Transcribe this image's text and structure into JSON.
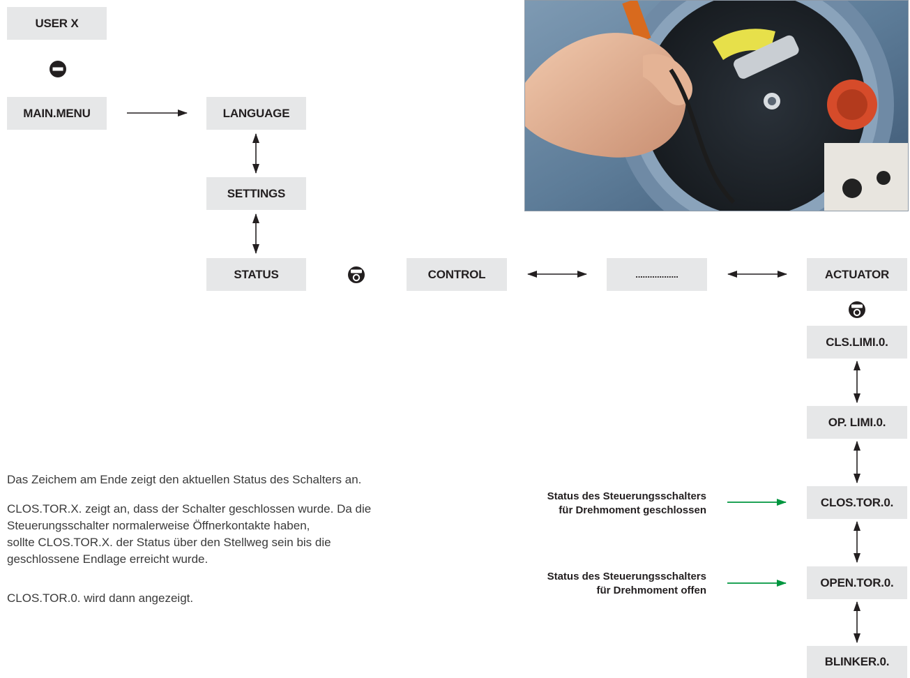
{
  "menu": {
    "user": "USER X",
    "main_menu": "MAIN.MENU",
    "language": "LANGUAGE",
    "settings": "SETTINGS",
    "status": "STATUS",
    "control": "CONTROL",
    "ellipsis": "..................",
    "actuator": "ACTUATOR",
    "cls_limi": "CLS.LIMI.0.",
    "op_limi": "OP. LIMI.0.",
    "clos_tor": "CLOS.TOR.0.",
    "open_tor": "OPEN.TOR.0.",
    "blinker": "BLINKER.0."
  },
  "notes": {
    "torque_closed_line1": "Status des Steuerungsschalters",
    "torque_closed_line2": "für Drehmoment geschlossen",
    "torque_open_line1": "Status des Steuerungsschalters",
    "torque_open_line2": "für Drehmoment offen"
  },
  "text": {
    "p1": "Das Zeichem am Ende zeigt den aktuellen Status des Schalters an.",
    "p2_l1": "CLOS.TOR.X. zeigt an, dass der Schalter geschlossen wurde. Da die",
    "p2_l2": "Steuerungsschalter normalerweise Öffnerkontakte haben,",
    "p2_l3": "sollte CLOS.TOR.X. der Status über den Stellweg sein bis die",
    "p2_l4": "geschlossene Endlage erreicht wurde.",
    "p3": "CLOS.TOR.0. wird dann angezeigt."
  },
  "colors": {
    "box_bg": "#e6e7e8",
    "arrow": "#231f20",
    "green_arrow": "#00963f"
  },
  "icons": {
    "minus_button": "minus-button-icon",
    "rotary_knob": "rotary-knob-icon"
  }
}
